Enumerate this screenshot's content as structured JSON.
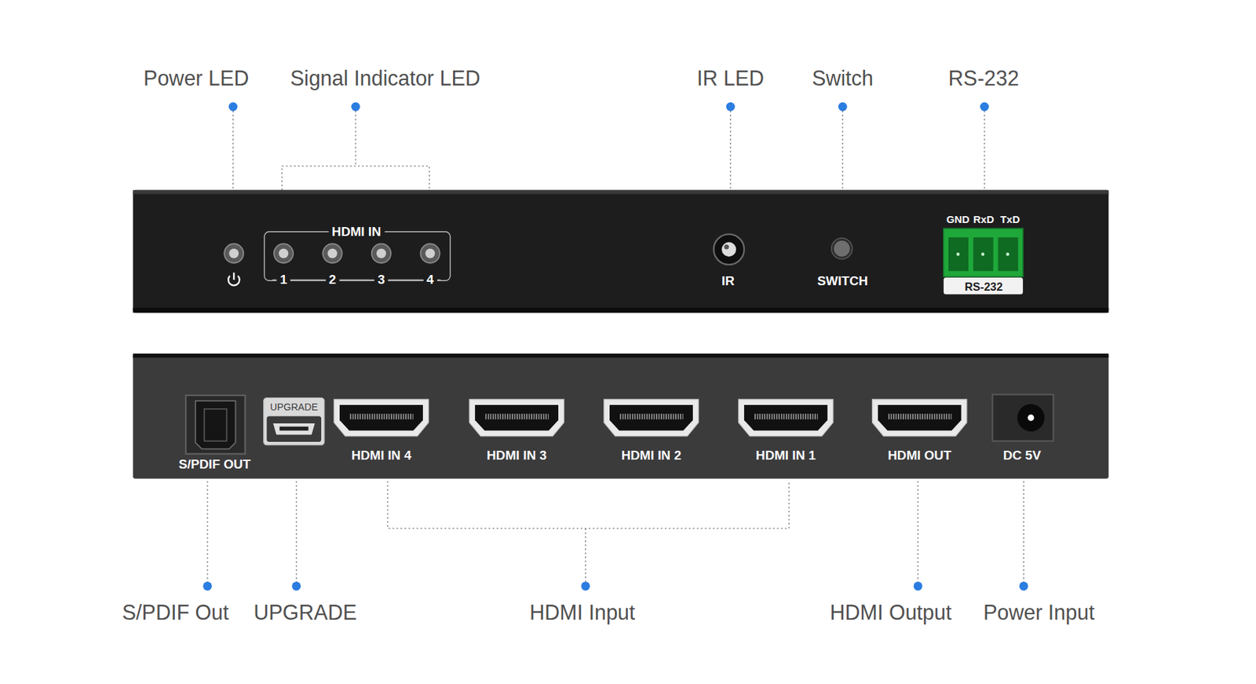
{
  "diagram": {
    "labels": [
      "Power LED",
      "Signal Indicator LED",
      "IR LED",
      "Switch",
      "RS-232",
      "HDMI IN",
      "1",
      "2",
      "3",
      "4",
      "IR",
      "SWITCH",
      "GND",
      "RxD",
      "TxD",
      "RS-232",
      "S/PDIF OUT",
      "UPGRADE",
      "HDMI IN 4",
      "HDMI IN 3",
      "HDMI IN 2",
      "HDMI IN 1",
      "HDMI OUT",
      "DC 5V",
      "S/PDIF Out",
      "UPGRADE",
      "HDMI Input",
      "HDMI Output",
      "Power Input"
    ]
  }
}
